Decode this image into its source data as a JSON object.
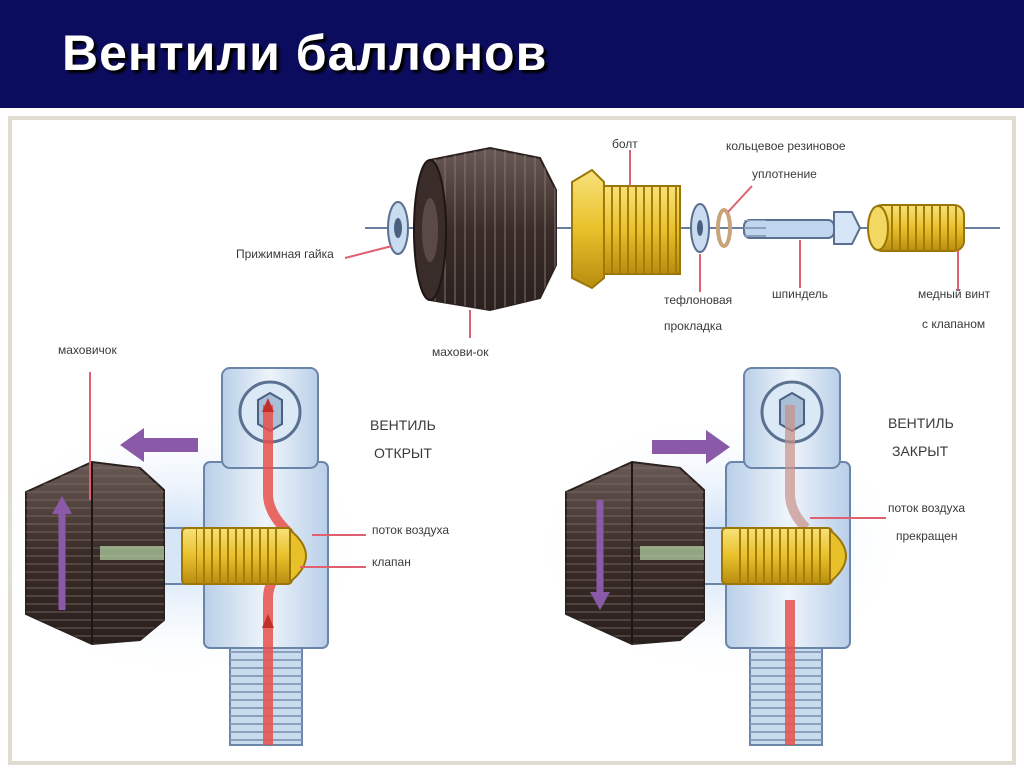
{
  "slide": {
    "title": "Вентили баллонов"
  },
  "colors": {
    "title_bg": "#0c0c5e",
    "brass": "#e8c12a",
    "knob_dark": "#4a3a36",
    "body_blue": "#d8e6f5",
    "airflow": "#e8504a",
    "arrow_purple": "#8a5aa8",
    "leader_line": "#e06070"
  },
  "exploded_labels": {
    "clamp_nut": "Прижимная гайка",
    "handwheel": "махови-ок",
    "bolt": "болт",
    "teflon_line1": "тефлоновая",
    "teflon_line2": "прокладка",
    "oring_line1": "кольцевое резиновое",
    "oring_line2": "уплотнение",
    "spindle": "шпиндель",
    "screw_line1": "медный винт",
    "screw_line2": "с клапаном"
  },
  "open_valve": {
    "handwheel_label": "маховичок",
    "state_line1": "ВЕНТИЛЬ",
    "state_line2": "ОТКРЫТ",
    "airflow_label": "поток воздуха",
    "valve_label": "клапан"
  },
  "closed_valve": {
    "state_line1": "ВЕНТИЛЬ",
    "state_line2": "ЗАКРЫТ",
    "airflow_line1": "поток воздуха",
    "airflow_line2": "прекращен"
  }
}
